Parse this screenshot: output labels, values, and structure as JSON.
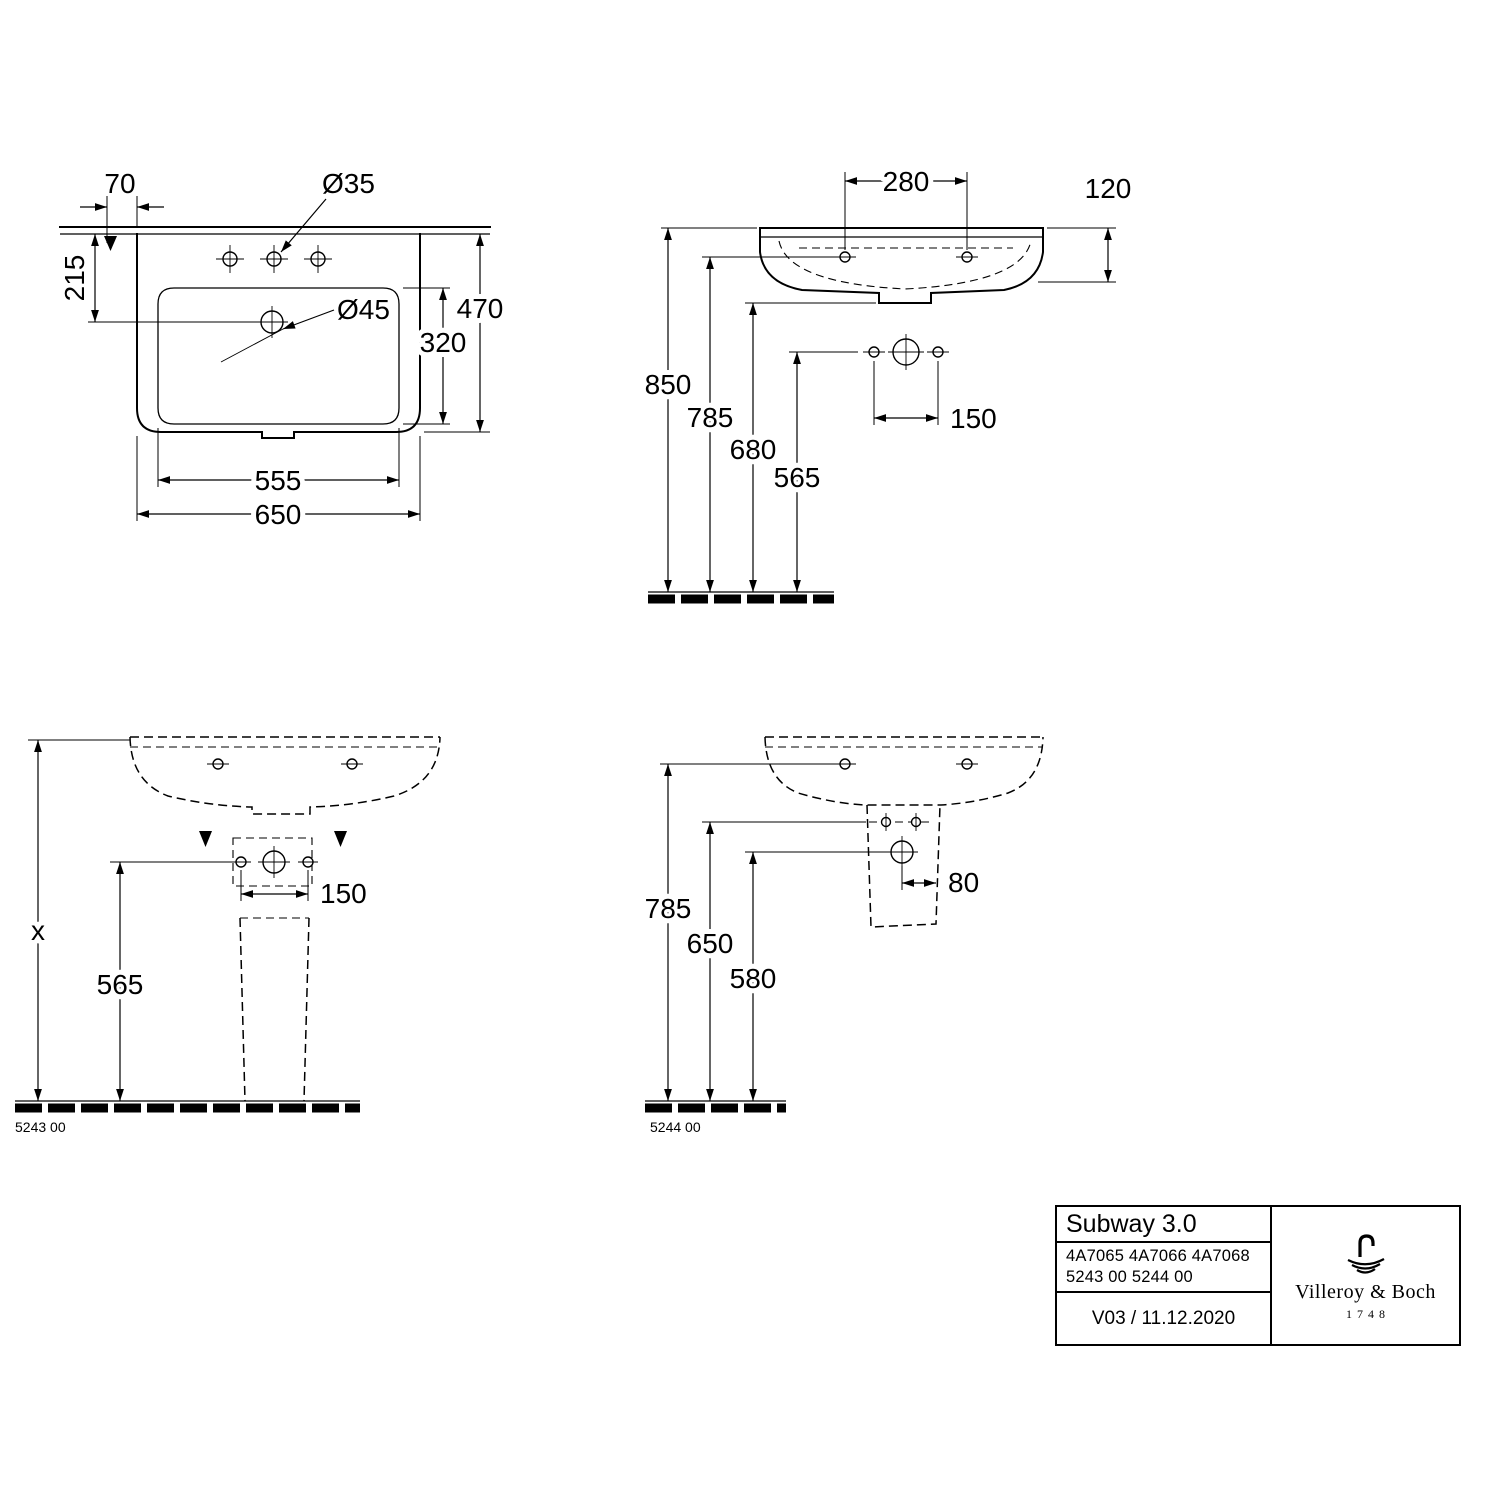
{
  "style": {
    "line_color": "#000000",
    "background": "#ffffff"
  },
  "drawing": {
    "plan_view": {
      "dims": {
        "edge_offset": "70",
        "drain_setback": "215",
        "overall_depth": "470",
        "bowl_depth": "320",
        "bowl_width": "555",
        "overall_width": "650"
      },
      "callouts": {
        "tap_hole": "Ø35",
        "drain_hole": "Ø45"
      }
    },
    "front_view": {
      "dims": {
        "fixing_hole_spacing": "280",
        "apron_height": "120",
        "rim_height": "850",
        "fixing_hole_height": "785",
        "underside_height": "680",
        "connection_height": "565",
        "connection_spacing": "150"
      }
    },
    "pedestal_view": {
      "dims": {
        "variable_height": "x",
        "connection_height": "565",
        "connection_spacing": "150"
      },
      "part_number": "5243 00"
    },
    "half_pedestal_view": {
      "dims": {
        "fixing_hole_height": "785",
        "hole_height": "650",
        "drain_height": "580",
        "edge_distance": "80"
      },
      "part_number": "5244 00"
    }
  },
  "title_block": {
    "product_name": "Subway 3.0",
    "article_numbers": "4A7065 4A7066 4A7068",
    "part_numbers": "5243 00 5244 00",
    "version_date": "V03 / 11.12.2020",
    "brand_name": "Villeroy & Boch",
    "brand_founded": "1748"
  }
}
